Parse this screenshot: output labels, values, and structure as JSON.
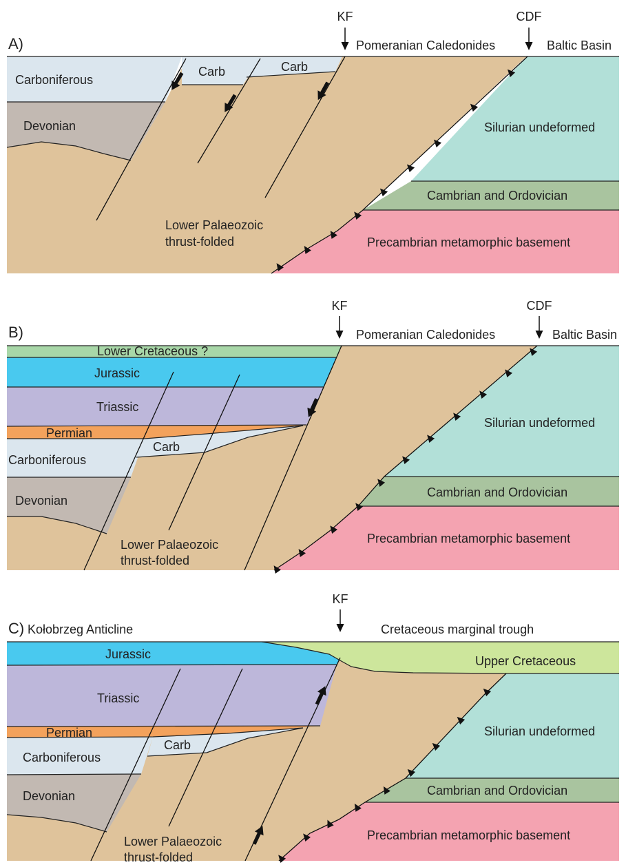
{
  "panels": [
    {
      "letter": "A)",
      "markers": {
        "kf": "KF",
        "cdf": "CDF"
      },
      "labels": {
        "pomeranian": "Pomeranian Caledonides",
        "baltic": "Baltic Basin",
        "carboniferous": "Carboniferous",
        "carb_1": "Carb",
        "carb_2": "Carb",
        "devonian": "Devonian",
        "silurian": "Silurian undeformed",
        "cambrian": "Cambrian and Ordovician",
        "precambrian": "Precambrian metamorphic basement",
        "lower_palaeozoic_1": "Lower Palaeozoic",
        "lower_palaeozoic_2": "thrust-folded"
      }
    },
    {
      "letter": "B)",
      "markers": {
        "kf": "KF",
        "cdf": "CDF"
      },
      "labels": {
        "pomeranian": "Pomeranian Caledonides",
        "baltic": "Baltic Basin",
        "lower_cretaceous": "Lower Cretaceous ?",
        "jurassic": "Jurassic",
        "triassic": "Triassic",
        "permian": "Permian",
        "carb": "Carb",
        "carboniferous": "Carboniferous",
        "devonian": "Devonian",
        "silurian": "Silurian undeformed",
        "cambrian": "Cambrian and Ordovician",
        "precambrian": "Precambrian metamorphic basement",
        "lower_palaeozoic_1": "Lower Palaeozoic",
        "lower_palaeozoic_2": "thrust-folded"
      }
    },
    {
      "letter": "C)",
      "markers": {
        "kf": "KF"
      },
      "labels": {
        "anticline": "Kołobrzeg Anticline",
        "trough": "Cretaceous marginal trough",
        "jurassic": "Jurassic",
        "upper_cretaceous": "Upper Cretaceous",
        "triassic": "Triassic",
        "permian": "Permian",
        "carb": "Carb",
        "carboniferous": "Carboniferous",
        "devonian": "Devonian",
        "silurian": "Silurian undeformed",
        "cambrian": "Cambrian and Ordovician",
        "precambrian": "Precambrian metamorphic basement",
        "lower_palaeozoic_1": "Lower Palaeozoic",
        "lower_palaeozoic_2": "thrust-folded"
      }
    }
  ],
  "colors": {
    "lower_palaeozoic": "#dfc39b",
    "carboniferous": "#dbe6ee",
    "devonian": "#c2b9b2",
    "silurian": "#b2e0d8",
    "cambrian_ordovician": "#a9c49f",
    "precambrian": "#f4a3b1",
    "jurassic": "#49c9ef",
    "triassic": "#bdb7da",
    "permian": "#f3a25c",
    "lower_cretaceous": "#a8d7a8",
    "upper_cretaceous": "#cde69c"
  }
}
